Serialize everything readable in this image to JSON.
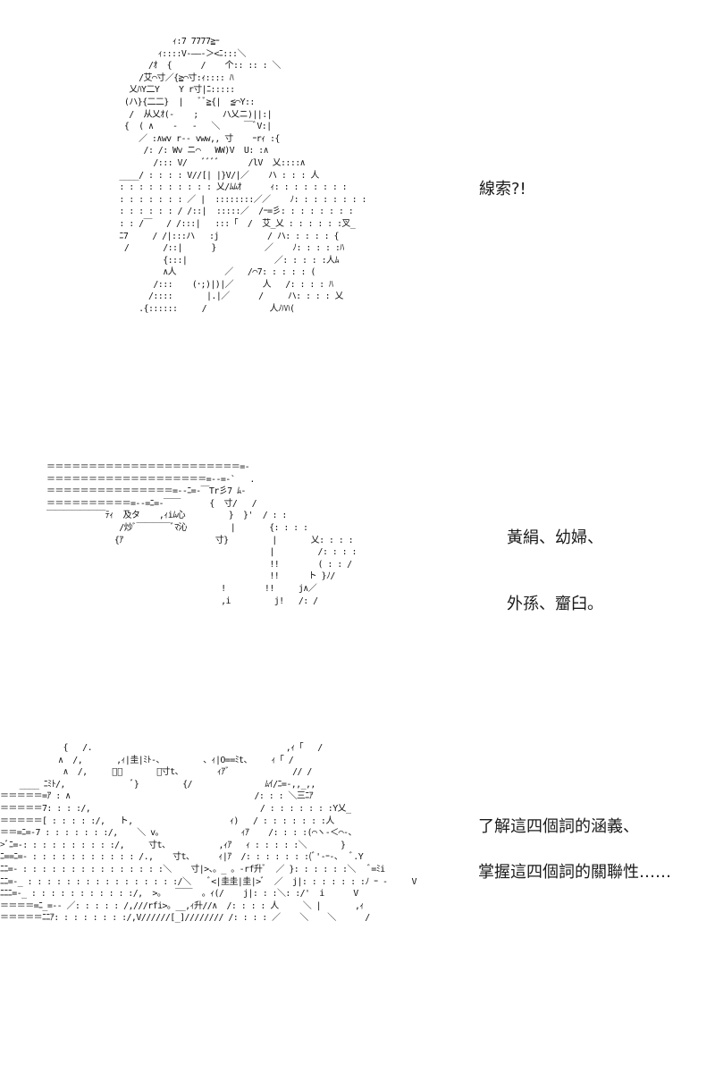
{
  "panel_1": {
    "art": [
      "            ｨ:7 7777≧ｰ",
      "         ｨ::::V-――-＞<ﾆ:::＼",
      "       /ｵ  {      /    个:: :: : ＼",
      "     /艾⌒寸／{≧⌒寸:ｨ:::: ﾊ",
      "   乂ﾊY二Y    Y r寸|ﾆ:::::",
      "  (ハ}{二二}  |   ﾞﾞ≧{|  ≦⌒Y::",
      "   /  从乂ｵ(-    ;     ハ乂ニ)||:|",
      "  {  ( ∧    -   -   ＼     ￣ﾞV:|",
      "     ／ :∧wv r-- vww,, 寸    ｰrｨ :{",
      "      /: /: Wv ニ⌒   WW)V  U: :∧",
      "        /::: V/   ﾞﾞﾞﾞ      /lV  乂::::∧",
      " ____/ : : : : V//[| |}V/|／    ハ : : : 人",
      " : : : : : : : : : : 乂/ﾑﾑｵ      ｨ: : : : : : : :",
      " : : : : : : : ／ |  ::::::::／／    ﾉ: : : : : : : :",
      " : : : : : : / /::|  :::::／  /ｰ=彡: : : : : : : :",
      " : : /￣   / /:::|   :::「  /  艾_乂 : : : : : :叉_",
      " ﾆ7     / /|:::ハ   :j          / ハ: : : : : {",
      "  /       /::|      }          ／    ﾉ: : : : :ﾊ",
      "          {:::|                  ／: : : : :人ﾑ",
      "          ∧人          ／   /⌒7: : : : : (",
      "        /:::    (･;)|)|／      人   /: : : : ﾊ",
      "       /::::       |.|／      /     ハ: : : : 乂",
      "     .{::::::     /             人ﾉﾊﾊ("
    ],
    "caption": "線索?!"
  },
  "panel_2": {
    "art": [
      "＝＝＝＝＝＝＝＝＝＝＝＝＝＝＝＝＝＝＝＝＝＝＝=-",
      "＝＝＝＝＝＝＝＝＝＝＝＝＝＝＝＝＝＝＝=--=-`   .",
      "＝＝＝＝＝＝＝＝＝＝＝＝＝＝＝=--ﾆ=-￣Tr彡7 ﾑ-",
      "＝＝＝＝＝＝＝＝＝＝=--=ﾆ=-￣￣      {  寸/   /",
      "￣￣￣￣￣￣￣ﾃｨ  及タ    ,ｨiﾑ心         }  }'  / : :",
      "               /炒ﾞ￣￣￣￣ﾞﾏ沁         |       {: : : :",
      "              {ｱ                   寸}         |       乂: : : :",
      "                                              |         /: : : :",
      "                                              !!        ( : : /",
      "                                              !!      ト }ﾉ/",
      "                                    !        !!     j∧／",
      "                                    ,i         j!   /: /"
    ],
    "caption_1": "黃絹、幼婦、",
    "caption_2": "外孫、齏臼。"
  },
  "panel_3": {
    "art": [
      "             {   /.                                        ,ｨ「   /",
      "            ∧  /,       ,ｨ|圭|ﾐﾄ-、        、ｨ|O==ﾐt、    ｨ「 /",
      "             ∧  /,     ﾞﾞ       ﾞ寸t、       ｨｱﾞ             // /",
      "    ____ ﾆﾐﾄ/,              ﾞ}         {/               ﾑｲ/ﾆ=-,,_,,",
      "＝＝＝＝＝=ｱ : ∧                                      /: : : ＼三ﾆｱ",
      "＝＝＝＝＝7: : : :/,                                   / : : : : : : :Y乂_",
      "＝＝＝＝＝[ : : : : :/,   ト,                    ｨ)   / : : : : : : :人",
      "＝＝=ﾆ=-7 : : : : : : :/,    ＼ v。                ｨｱ    /: : : :(⌒ヽ-＜⌒-、",
      ">ﾞﾆ=-: : : : : : : : : :/,     寸t、          ,ｨｱ   ｨ : : : : :＼       }",
      "ﾆ==ﾆ=- : : : : : : : : : : : /.,    寸t、     ｨ|ｱ  /: : : : : : :(ﾞ'-ｰ-、  ﾞ.Y",
      "ﾆﾆ=- : : : : : : : : : : : : : : :＼    寸|>、。_ 。-rf升ﾞ  ／ }: : : : : :＼   ﾞ=ﾐi",
      "ﾆﾆ=-_ : : : : : : : : : : : : : : : :/＼    ﾞ<|圭圭|圭|>ﾞ  ／  j|: : : : : : :ﾉ ｰ -     V",
      "ﾆﾆﾆ=-_ : : : : : : : : : : :/,  >。  ￣￣  。ｨ(/    j|: : :＼: :/'  i      V",
      "＝＝＝＝=ﾆ_=-- ／: : : : : /,///rfi>。__,ｨ升//∧  /: : : : 人     ＼ |       ,ｨ",
      "＝＝＝＝＝ﾆﾆｱ: : : : : : : :/,V//////[_]//////// /: : : : ／    ＼    ＼      /"
    ],
    "caption_1": "了解這四個詞的涵義、",
    "caption_2": "掌握這四個詞的關聯性……"
  }
}
